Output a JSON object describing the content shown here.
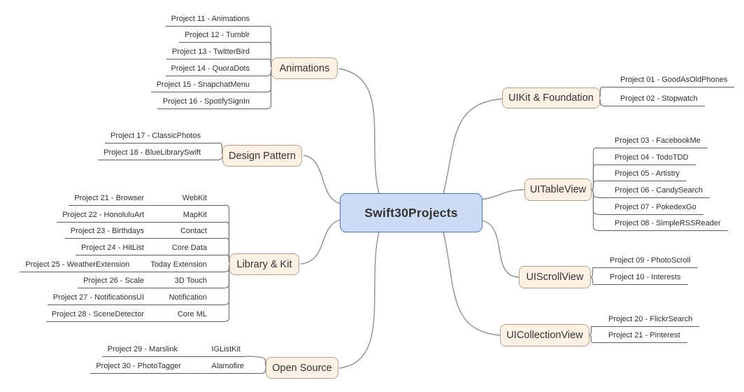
{
  "center": {
    "label": "Swift30Projects"
  },
  "branches": [
    {
      "label": "Animations",
      "items": [
        {
          "label": "Project 11 - Animations"
        },
        {
          "label": "Project 12 - Tumblr"
        },
        {
          "label": "Project 13 - TwitterBird"
        },
        {
          "label": "Project 14 - QuoraDots"
        },
        {
          "label": "Project 15 - SnapchatMenu"
        },
        {
          "label": "Project 16 - SpotifySignIn"
        }
      ]
    },
    {
      "label": "Design Pattern",
      "items": [
        {
          "label": "Project 17 - ClassicPhotos"
        },
        {
          "label": "Project 18 - BlueLibrarySwift"
        }
      ]
    },
    {
      "label": "Library & Kit",
      "items": [
        {
          "label": "Project 21 - Browser",
          "kit": "WebKit"
        },
        {
          "label": "Project 22 - HonoluluArt",
          "kit": "MapKit"
        },
        {
          "label": "Project 23 - Birthdays",
          "kit": "Contact"
        },
        {
          "label": "Project 24 - HitList",
          "kit": "Core Data"
        },
        {
          "label": "Project 25 - WeatherExtension",
          "kit": "Today Extension"
        },
        {
          "label": "Project 26 - Scale",
          "kit": "3D Touch"
        },
        {
          "label": "Project 27 - NotificationsUI",
          "kit": "Notification"
        },
        {
          "label": "Project 28 - SceneDetector",
          "kit": "Core ML"
        }
      ]
    },
    {
      "label": "Open Source",
      "items": [
        {
          "label": "Project 29 - Marslink",
          "kit": "IGListKit"
        },
        {
          "label": "Project 30 - PhotoTagger",
          "kit": "Alamofire"
        }
      ]
    },
    {
      "label": "UIKit & Foundation",
      "items": [
        {
          "label": "Project 01 - GoodAsOldPhones"
        },
        {
          "label": "Project 02 - Stopwatch"
        }
      ]
    },
    {
      "label": "UITableView",
      "items": [
        {
          "label": "Project 03 - FacebookMe"
        },
        {
          "label": "Project 04 - TodoTDD"
        },
        {
          "label": "Project 05 - Artistry"
        },
        {
          "label": "Project 06 - CandySearch"
        },
        {
          "label": "Project 07 - PokedexGo"
        },
        {
          "label": "Project 08 - SimpleRSSReader"
        }
      ]
    },
    {
      "label": "UIScrollView",
      "items": [
        {
          "label": "Project 09 - PhotoScroll"
        },
        {
          "label": "Project 10 - Interests"
        }
      ]
    },
    {
      "label": "UICollectionView",
      "items": [
        {
          "label": "Project 20 - FlickrSearch"
        },
        {
          "label": "Project  21 - Pinterest"
        }
      ]
    }
  ],
  "colors": {
    "center_fill": "#cddcf6",
    "center_border": "#4e74b4",
    "branch_fill": "#fdf1e6",
    "branch_border": "#b3a190",
    "connector": "#8f8f8f",
    "leaf_line": "#5f5f5f",
    "leaf_bracket": "#7d7d7d",
    "text": "#2f2f2f"
  }
}
